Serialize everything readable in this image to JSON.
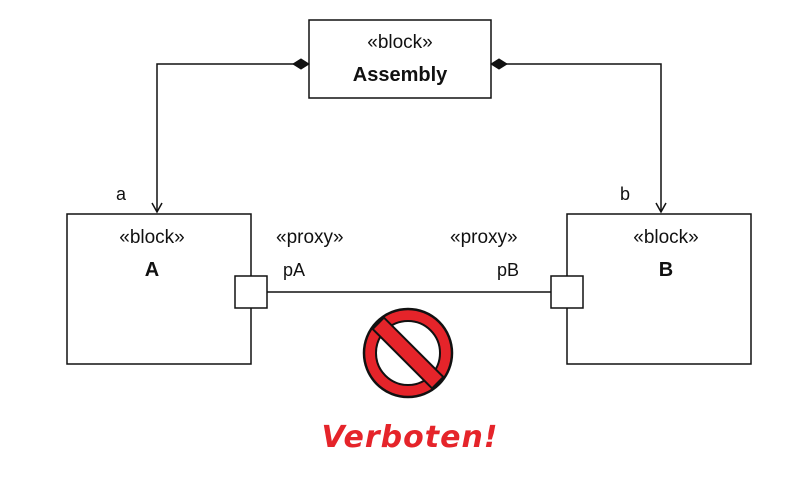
{
  "diagram": {
    "assembly": {
      "stereotype": "«block»",
      "name": "Assembly"
    },
    "block_a": {
      "stereotype": "«block»",
      "name": "A",
      "role": "a"
    },
    "block_b": {
      "stereotype": "«block»",
      "name": "B",
      "role": "b"
    },
    "port_a": {
      "stereotype": "«proxy»",
      "name": "pA"
    },
    "port_b": {
      "stereotype": "«proxy»",
      "name": "pB"
    },
    "warning": {
      "text": "Verboten!",
      "icon": "prohibited-icon",
      "color": "#e5242a"
    }
  }
}
